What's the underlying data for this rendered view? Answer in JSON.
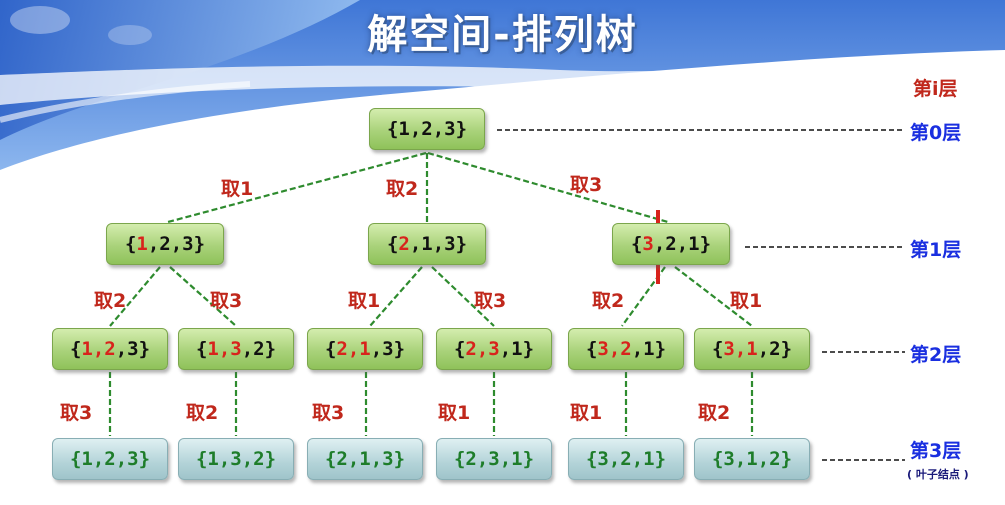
{
  "title": "解空间-排列树",
  "level_header": "第i层",
  "levels": [
    "第0层",
    "第1层",
    "第2层",
    "第3层"
  ],
  "leaf_note": "( 叶子结点 )",
  "root": {
    "text": "{1,2,3}"
  },
  "level1": [
    {
      "pre": "{",
      "hl": "1",
      "post": ",2,3}",
      "edge": "取1"
    },
    {
      "pre": "{",
      "hl": "2",
      "post": ",1,3}",
      "edge": "取2"
    },
    {
      "pre": "{",
      "hl": "3",
      "post": ",2,1}",
      "edge": "取3"
    }
  ],
  "level2": [
    {
      "pre": "{",
      "hl": "1,2",
      "post": ",3}",
      "edge": "取2"
    },
    {
      "pre": "{",
      "hl": "1,3",
      "post": ",2}",
      "edge": "取3"
    },
    {
      "pre": "{",
      "hl": "2,1",
      "post": ",3}",
      "edge": "取1"
    },
    {
      "pre": "{",
      "hl": "2,3",
      "post": ",1}",
      "edge": "取3"
    },
    {
      "pre": "{",
      "hl": "3,2",
      "post": ",1}",
      "edge": "取2"
    },
    {
      "pre": "{",
      "hl": "3,1",
      "post": ",2}",
      "edge": "取1"
    }
  ],
  "level3": [
    {
      "text": "{1,2,3}",
      "edge": "取3"
    },
    {
      "text": "{1,3,2}",
      "edge": "取2"
    },
    {
      "text": "{2,1,3}",
      "edge": "取3"
    },
    {
      "text": "{2,3,1}",
      "edge": "取1"
    },
    {
      "text": "{3,2,1}",
      "edge": "取1"
    },
    {
      "text": "{3,1,2}",
      "edge": "取2"
    }
  ],
  "colors": {
    "node_green": "#a9d27a",
    "node_blue": "#b3d3d8",
    "edge_line": "#2e8b2e",
    "highlight": "#d8231c",
    "level_label": "#1a2fe0"
  }
}
